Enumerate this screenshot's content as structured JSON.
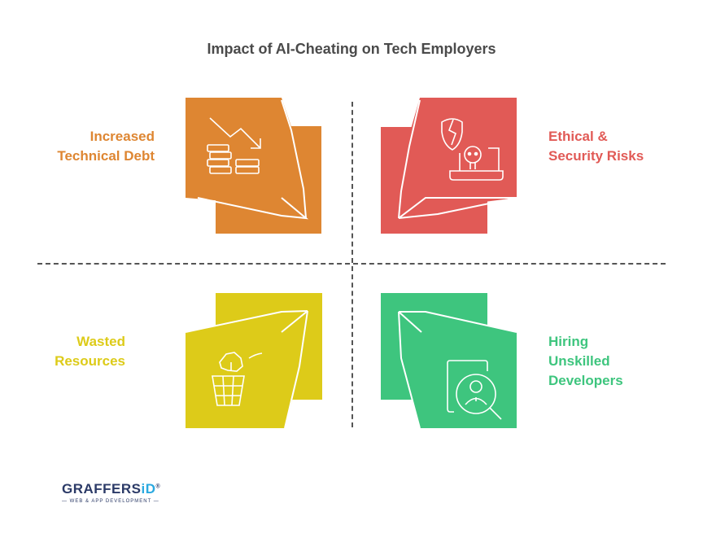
{
  "title": "Impact of AI-Cheating on Tech Employers",
  "quadrants": [
    {
      "id": "top-left",
      "label_line1": "Increased",
      "label_line2": "Technical Debt",
      "label_line3": "",
      "color": "#DE8632",
      "icon": "declining-coins-icon"
    },
    {
      "id": "top-right",
      "label_line1": "Ethical &",
      "label_line2": "Security Risks",
      "label_line3": "",
      "color": "#E15A56",
      "icon": "broken-shield-skull-laptop-icon"
    },
    {
      "id": "bottom-left",
      "label_line1": "Wasted",
      "label_line2": "Resources",
      "label_line3": "",
      "color": "#DDCB19",
      "icon": "crumpled-paper-trash-icon"
    },
    {
      "id": "bottom-right",
      "label_line1": "Hiring",
      "label_line2": "Unskilled",
      "label_line3": "Developers",
      "color": "#3EC57E",
      "icon": "user-search-icon"
    }
  ],
  "logo": {
    "brand_main": "GRAFFERS",
    "brand_accent": "iD",
    "registered": "®",
    "tagline": "— WEB & APP DEVELOPMENT —"
  }
}
